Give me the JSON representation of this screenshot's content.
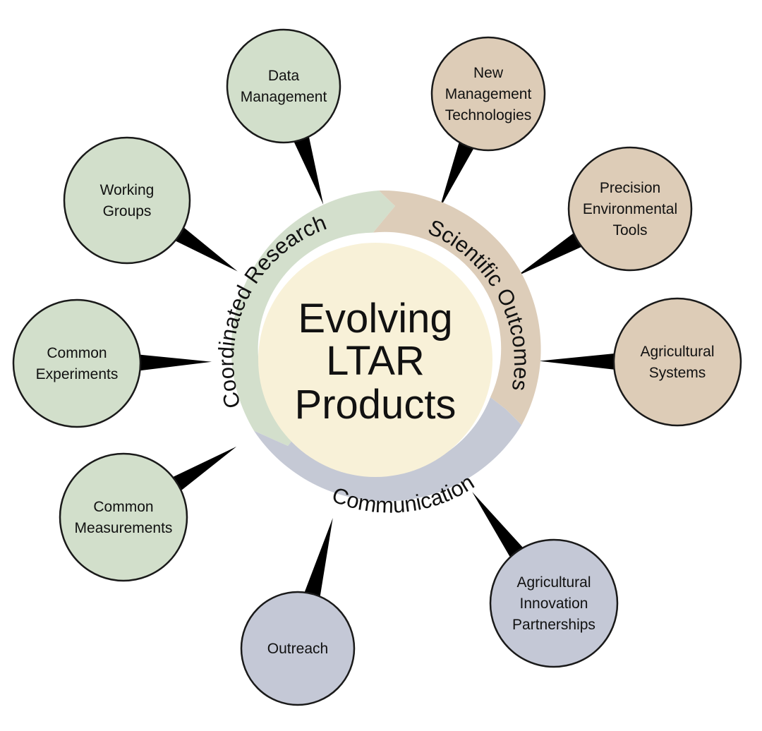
{
  "center": {
    "lines": [
      "Evolving",
      "LTAR",
      "Products"
    ]
  },
  "ring": {
    "segments": [
      {
        "label": "Coordinated Research",
        "color": "#d3dfcc"
      },
      {
        "label": "Scientific Outcomes",
        "color": "#ddcdb9"
      },
      {
        "label": "Communication",
        "color": "#c5c9d5"
      }
    ]
  },
  "colors": {
    "center_fill": "#f8f1d8",
    "green": "#d2dfcb",
    "tan": "#ddccb7",
    "blue": "#c4c8d6",
    "outline": "#1a1a1a"
  },
  "nodes": [
    {
      "id": "data-management",
      "lines": [
        "Data",
        "Management"
      ],
      "color": "green"
    },
    {
      "id": "new-management-technologies",
      "lines": [
        "New",
        "Management",
        "Technologies"
      ],
      "color": "tan"
    },
    {
      "id": "working-groups",
      "lines": [
        "Working",
        "Groups"
      ],
      "color": "green"
    },
    {
      "id": "precision-environmental-tools",
      "lines": [
        "Precision",
        "Environmental",
        "Tools"
      ],
      "color": "tan"
    },
    {
      "id": "common-experiments",
      "lines": [
        "Common",
        "Experiments"
      ],
      "color": "green"
    },
    {
      "id": "agricultural-systems",
      "lines": [
        "Agricultural",
        "Systems"
      ],
      "color": "tan"
    },
    {
      "id": "common-measurements",
      "lines": [
        "Common",
        "Measurements"
      ],
      "color": "green"
    },
    {
      "id": "agricultural-innovation-partnerships",
      "lines": [
        "Agricultural",
        "Innovation",
        "Partnerships"
      ],
      "color": "blue"
    },
    {
      "id": "outreach",
      "lines": [
        "Outreach"
      ],
      "color": "blue"
    }
  ]
}
